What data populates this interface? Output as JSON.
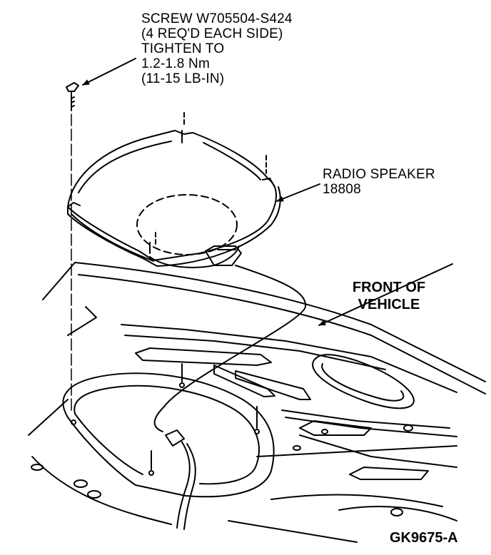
{
  "screw_callout": {
    "lines": [
      "SCREW W705504-S424",
      "(4 REQ'D EACH SIDE)",
      "TIGHTEN TO",
      "1.2-1.8 Nm",
      "(11-15 LB-IN)"
    ]
  },
  "speaker_callout": {
    "lines": [
      "RADIO SPEAKER",
      "18808"
    ]
  },
  "direction_callout": {
    "lines": [
      "FRONT OF",
      "VEHICLE"
    ]
  },
  "figure_id": "GK9675-A"
}
